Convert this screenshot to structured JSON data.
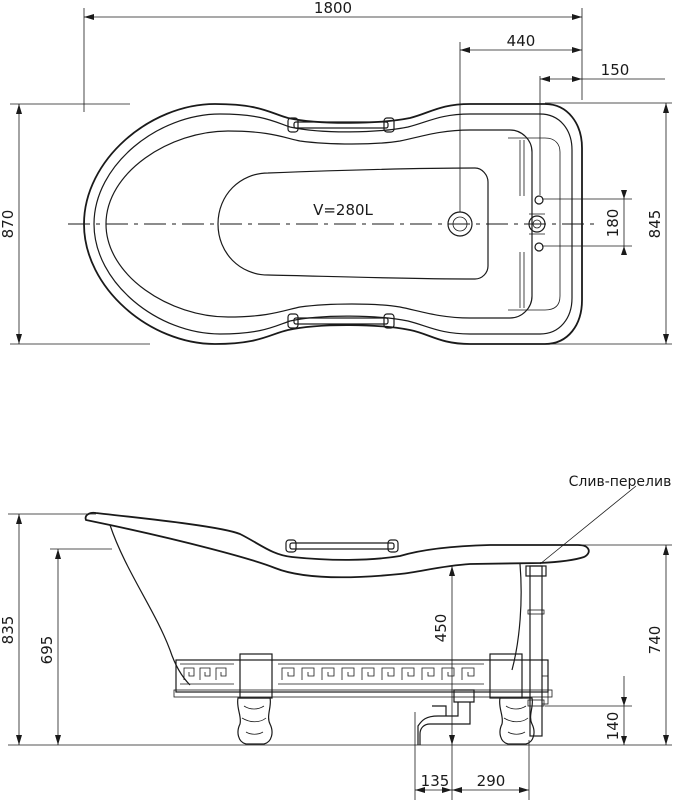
{
  "top_view": {
    "overall_length": "1800",
    "drain_offset": "440",
    "overflow_offset": "150",
    "overall_width": "870",
    "inner_width": "845",
    "tap_spacing": "180",
    "volume_label": "V=280L"
  },
  "side_view": {
    "drain_label": "Слив-перелив",
    "total_height": "835",
    "rim_height": "695",
    "head_height": "740",
    "overflow_height": "450",
    "drain_height": "140",
    "drain_offset_a": "135",
    "drain_offset_b": "290"
  }
}
